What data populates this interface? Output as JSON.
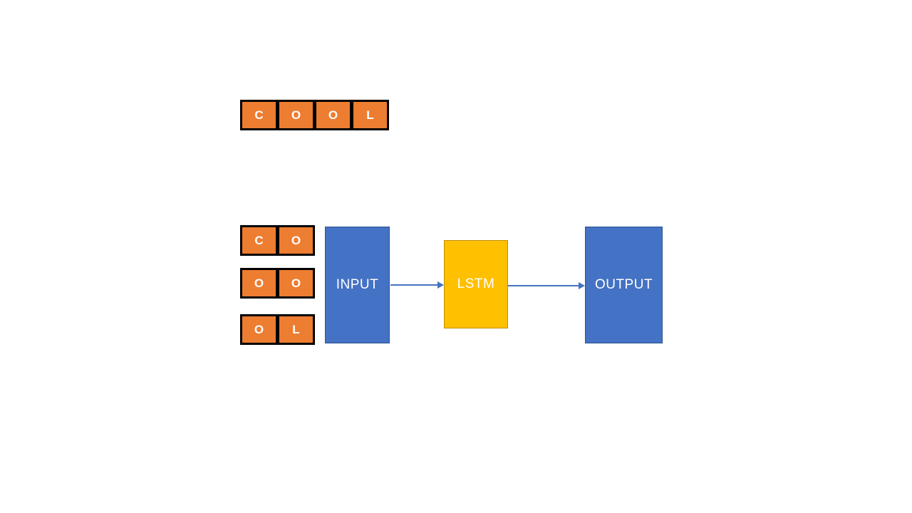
{
  "sequence": {
    "cells": [
      "C",
      "O",
      "O",
      "L"
    ]
  },
  "pairs": [
    {
      "cells": [
        "C",
        "O"
      ]
    },
    {
      "cells": [
        "O",
        "O"
      ]
    },
    {
      "cells": [
        "O",
        "L"
      ]
    }
  ],
  "flow": {
    "nodes": [
      {
        "id": "input",
        "label": "INPUT"
      },
      {
        "id": "lstm",
        "label": "LSTM"
      },
      {
        "id": "output",
        "label": "OUTPUT"
      }
    ]
  },
  "colors": {
    "background": "#FFFFFF",
    "cell_fill": "#ED7D31",
    "cell_border": "#000000",
    "node_blue_fill": "#4472C4",
    "node_blue_border": "#2F528F",
    "node_yellow_fill": "#FFC000",
    "node_yellow_border": "#BF9000",
    "arrow": "#4472C4",
    "text": "#FFFFFF"
  }
}
